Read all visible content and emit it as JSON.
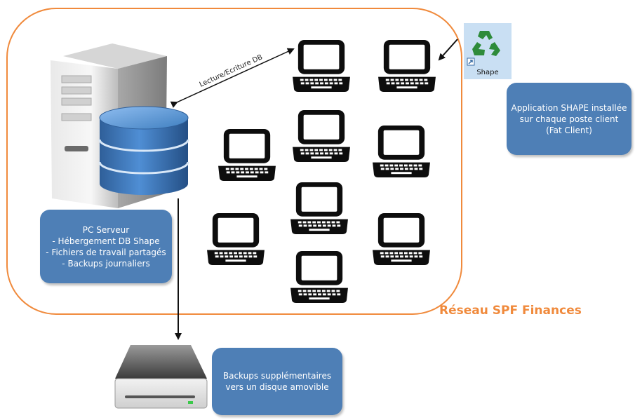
{
  "network": {
    "label": "Réseau SPF Finances",
    "border_color": "#f08a3c"
  },
  "edge": {
    "label": "Lecture/Ecriture DB"
  },
  "shape_app": {
    "caption": "Shape",
    "icon": "recycle-icon"
  },
  "server_note": {
    "lines": [
      "PC Serveur",
      "- Hébergement DB Shape",
      "- Fichiers de travail partagés",
      "- Backups journaliers"
    ]
  },
  "client_note": {
    "lines": [
      "Application SHAPE installée",
      "sur chaque poste client",
      "(Fat Client)"
    ]
  },
  "backup_note": {
    "lines": [
      "Backups supplémentaires",
      "vers un disque amovible"
    ]
  },
  "colors": {
    "note_fill": "#4e7fb6",
    "database": "#3f7fc0",
    "accent_orange": "#f08a3c"
  }
}
